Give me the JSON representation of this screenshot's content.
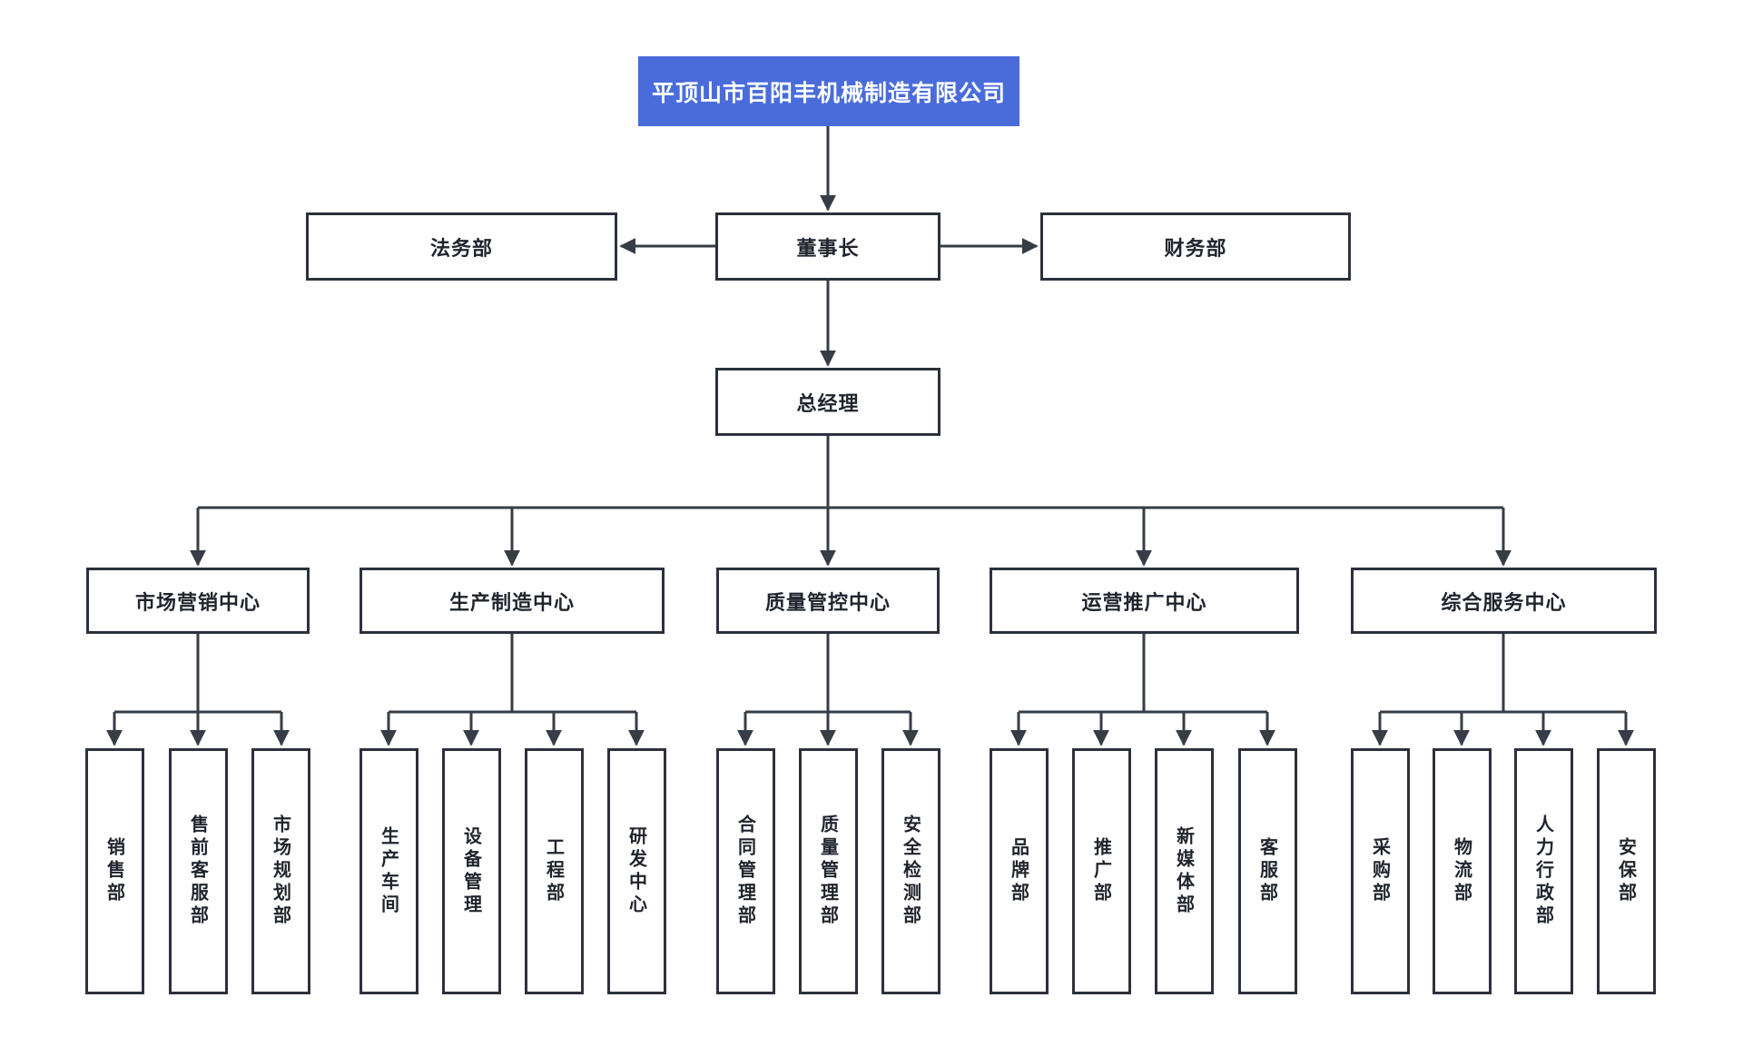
{
  "org": {
    "company": "平顶山市百阳丰机械制造有限公司",
    "chairman": "董事长",
    "legal_dept": "法务部",
    "finance_dept": "财务部",
    "general_manager": "总经理",
    "centers": [
      {
        "label": "市场营销中心",
        "departments": [
          "销售部",
          "售前客服部",
          "市场规划部"
        ]
      },
      {
        "label": "生产制造中心",
        "departments": [
          "生产车间",
          "设备管理",
          "工程部",
          "研发中心"
        ]
      },
      {
        "label": "质量管控中心",
        "departments": [
          "合同管理部",
          "质量管理部",
          "安全检测部"
        ]
      },
      {
        "label": "运营推广中心",
        "departments": [
          "品牌部",
          "推广部",
          "新媒体部",
          "客服部"
        ]
      },
      {
        "label": "综合服务中心",
        "departments": [
          "采购部",
          "物流部",
          "人力行政部",
          "安保部"
        ]
      }
    ]
  },
  "colors": {
    "root_bg": "#4a6cdb",
    "root_text": "#ffffff",
    "node_border": "#2b313c",
    "node_text": "#1f242d",
    "line": "#363d47",
    "canvas_bg": "#ffffff"
  }
}
